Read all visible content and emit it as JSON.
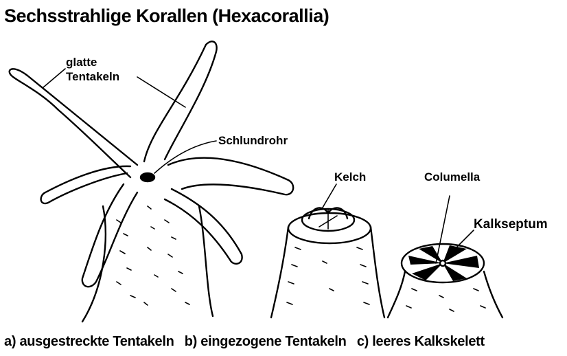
{
  "title": "Sechsstrahlige Korallen (Hexacorallia)",
  "labels": {
    "glatte": "glatte",
    "tentakeln": "Tentakeln",
    "schlundrohr": "Schlundrohr",
    "kelch": "Kelch",
    "columella": "Columella",
    "kalkseptum": "Kalkseptum"
  },
  "captions": {
    "a": "a) ausgestreckte Tentakeln",
    "b": "b) eingezogene Tentakeln",
    "c": "c) leeres Kalkskelett"
  }
}
